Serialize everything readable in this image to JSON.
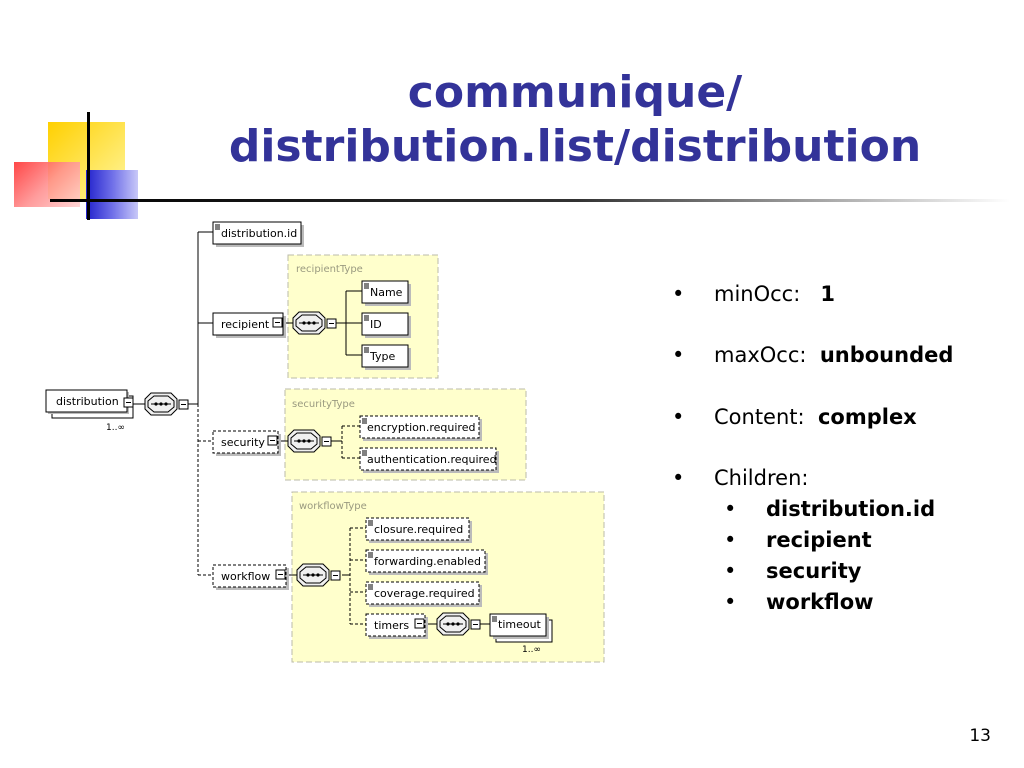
{
  "title": {
    "line1": "communique/",
    "line2": "distribution.list/distribution"
  },
  "diagram": {
    "root": {
      "label": "distribution",
      "occurs": "1..∞"
    },
    "elements": {
      "distribution_id": "distribution.id",
      "recipient": "recipient",
      "security": "security",
      "workflow": "workflow"
    },
    "recipient_type": {
      "name": "recipientType",
      "children": [
        "Name",
        "ID",
        "Type"
      ]
    },
    "security_type": {
      "name": "securityType",
      "children": [
        "encryption.required",
        "authentication.required"
      ]
    },
    "workflow_type": {
      "name": "workflowType",
      "children": [
        "closure.required",
        "forwarding.enabled",
        "coverage.required",
        "timers"
      ],
      "timeout": {
        "label": "timeout",
        "occurs": "1..∞"
      }
    }
  },
  "bullets": {
    "minocc": {
      "label": "minOcc:",
      "value": "1"
    },
    "maxocc": {
      "label": "maxOcc:",
      "value": "unbounded"
    },
    "content": {
      "label": "Content:",
      "value": "complex"
    },
    "children": {
      "label": "Children:",
      "items": [
        "distribution.id",
        "recipient",
        "security",
        "workflow"
      ]
    }
  },
  "page_number": "13",
  "colors": {
    "title": "#333399",
    "type_box_fill": "#ffffcc",
    "type_box_border": "#bbbbaa",
    "deco_yellow": "#ffd21e",
    "deco_blue": "#3a3acc",
    "deco_red": "#ff5050"
  }
}
